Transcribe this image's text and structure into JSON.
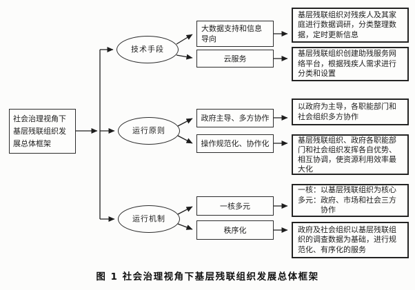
{
  "diagram": {
    "root": {
      "label": "社会治理视角下基层残联组织发展总体框架"
    },
    "branches": [
      {
        "oval": "技术手段",
        "items": [
          {
            "mid": "大数据支持和信息导向",
            "detail": "基层残联组织对残疾人及其家庭进行数据调研，分类整理数据，定时更新信息"
          },
          {
            "mid": "云服务",
            "detail": "基层残联组织创建助残服务网络平台，根据残疾人需求进行分类和设置"
          }
        ]
      },
      {
        "oval": "运行原则",
        "items": [
          {
            "mid": "政府主导、多方协作",
            "detail": "以政府为主导，各职能部门和社会组织多方协作"
          },
          {
            "mid": "操作规范化、协作化",
            "detail": "基层残联组织、政府各职能部门和社会组织发挥各自优势、相互协调，使资源利用效率最大化"
          }
        ]
      },
      {
        "oval": "运行机制",
        "items": [
          {
            "mid": "一核多元",
            "detail": "一核：以基层残联组织为核心\n多元：政府、市场和社会三方\n　　　协作"
          },
          {
            "mid": "秩序化",
            "detail": "政府及社会组织以基层残联组织的调查数据为基础，进行规范化、有序化的服务"
          }
        ]
      }
    ],
    "caption": "图 1  社会治理视角下基层残联组织发展总体框架",
    "colors": {
      "line": "#1d1d1d",
      "background": "#fcfcfb",
      "box_background": "#fdfdfc"
    }
  }
}
